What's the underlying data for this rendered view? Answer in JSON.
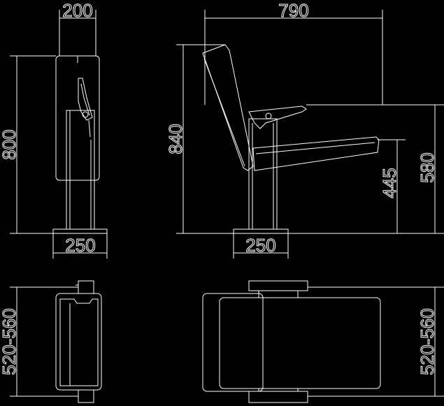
{
  "dimensions": {
    "front_width": "200",
    "front_height": "800",
    "front_base": "250",
    "side_depth": "790",
    "side_height": "840",
    "side_seat_height": "445",
    "side_seat_top": "580",
    "side_base": "250",
    "top_front_width": "520-560",
    "top_side_width": "520-560"
  },
  "colors": {
    "background": "#000000",
    "lines": "#ffffff"
  }
}
